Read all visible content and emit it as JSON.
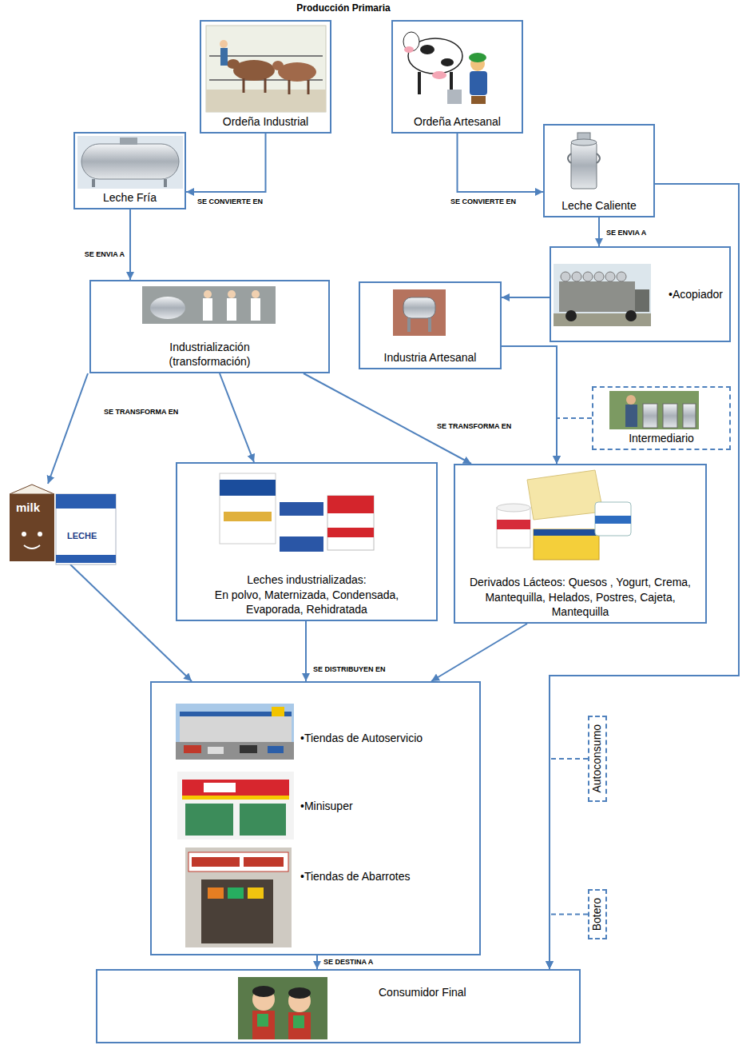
{
  "diagram": {
    "title": "Producción Primaria",
    "nodes": [
      {
        "text": [
          "Ordeña Industrial"
        ]
      },
      {
        "text": [
          "Ordeña Artesanal"
        ]
      },
      {
        "text": [
          "Leche Fría"
        ]
      },
      {
        "text": [
          "Leche Caliente"
        ]
      },
      {
        "text": [
          "•Acopiador"
        ]
      },
      {
        "text": [
          "Industrialización (transformación)"
        ]
      },
      {
        "text": [
          "Industria Artesanal"
        ]
      },
      {
        "text": [
          "Intermediario"
        ]
      },
      {
        "text": [
          "milk",
          "LECHE"
        ]
      },
      {
        "text": [
          "Leches industrializadas:",
          "En polvo, Maternizada, Condensada, Evaporada, Rehidratada"
        ]
      },
      {
        "text": [
          "Derivados Lácteos: Quesos , Yogurt, Crema, Mantequilla, Helados, Postres, Cajeta, Mantequilla"
        ]
      },
      {
        "text": [
          "•Tiendas de Autoservicio",
          "•Minisuper",
          "•Tiendas de Abarrotes"
        ]
      },
      {
        "text": [
          "Autoconsumo"
        ]
      },
      {
        "text": [
          "Botero"
        ]
      },
      {
        "text": [
          "Consumidor Final"
        ]
      }
    ],
    "edges": [
      {
        "from": 0,
        "to": 2,
        "arrow": "to",
        "label": "SE CONVIERTE EN"
      },
      {
        "from": 1,
        "to": 3,
        "arrow": "to",
        "label": "SE CONVIERTE EN"
      },
      {
        "from": 2,
        "to": 5,
        "arrow": "to",
        "label": "SE ENVIA A"
      },
      {
        "from": 3,
        "to": 4,
        "arrow": "to",
        "label": "SE ENVIA A"
      },
      {
        "from": 4,
        "to": 6,
        "arrow": "to"
      },
      {
        "from": 6,
        "to": 10,
        "arrow": "to"
      },
      {
        "from": 7,
        "to": 10,
        "arrow": "to"
      },
      {
        "from": 5,
        "to": 8,
        "arrow": "to",
        "label": "SE TRANSFORMA EN"
      },
      {
        "from": 5,
        "to": 9,
        "arrow": "to"
      },
      {
        "from": 5,
        "to": 10,
        "arrow": "to",
        "label": "SE TRANSFORMA EN"
      },
      {
        "from": 8,
        "to": 11,
        "arrow": "to"
      },
      {
        "from": 9,
        "to": 11,
        "arrow": "to",
        "label": "SE DISTRIBUYEN EN"
      },
      {
        "from": 10,
        "to": 11,
        "arrow": "to"
      },
      {
        "from": 11,
        "to": 14,
        "arrow": "to",
        "label": "SE DESTINA A"
      },
      {
        "from": 3,
        "to": 14,
        "arrow": "to"
      },
      {
        "from": 12,
        "to": 14,
        "arrow": "to"
      },
      {
        "from": 13,
        "to": 14,
        "arrow": "to"
      }
    ]
  }
}
